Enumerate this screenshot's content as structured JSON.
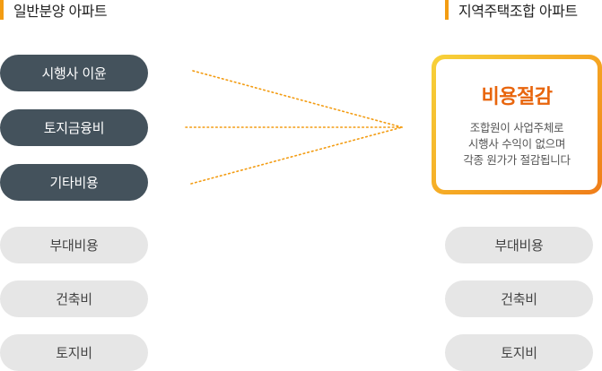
{
  "left_heading": "일반분양 아파트",
  "right_heading": "지역주택조합 아파트",
  "left_costs_saved": [
    "시행사 이윤",
    "토지금융비",
    "기타비용"
  ],
  "left_costs_common": [
    "부대비용",
    "건축비",
    "토지비"
  ],
  "right_costs_common": [
    "부대비용",
    "건축비",
    "토지비"
  ],
  "savings_box": {
    "title": "비용절감",
    "description_lines": [
      "조합원이 사업주체로",
      "시행사 수익이 없으며",
      "각종 원가가 절감됩니다"
    ]
  },
  "colors": {
    "accent_orange": "#f39c12",
    "dark_pill": "#44525c",
    "light_pill": "#e6e6e6",
    "title_orange": "#e8650d"
  }
}
